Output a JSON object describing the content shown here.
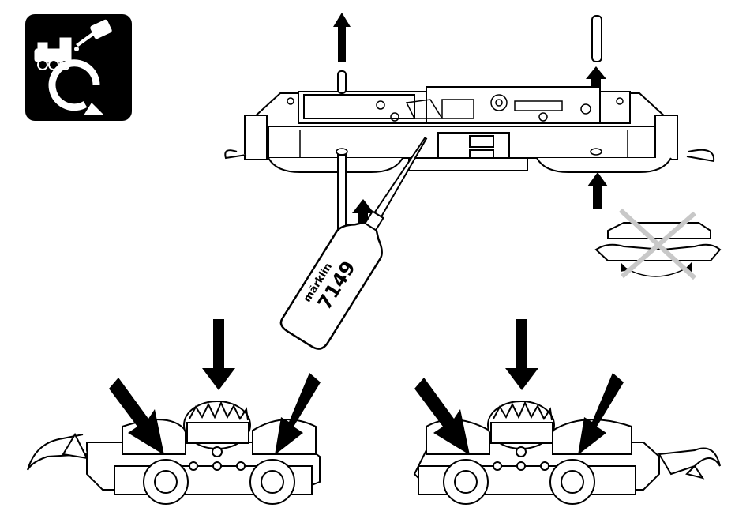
{
  "oil_bottle": {
    "brand": "märklin",
    "product_number": "7149"
  },
  "service_icon": {
    "name": "lubrication-service-icon",
    "background": "#000000",
    "foreground": "#ffffff"
  },
  "colors": {
    "line": "#000000",
    "fill": "#ffffff",
    "shadow": "#e6e6e6",
    "cross": "#c8c8c8"
  },
  "arrows": {
    "remove_axle_pin": "up",
    "remove_clip_pin": "up",
    "lift_motor_frame": "up",
    "lift_right_side": "up",
    "oil_points_left_bogie": 3,
    "oil_points_right_bogie": 3
  },
  "wrong_orientation_crossed": true
}
